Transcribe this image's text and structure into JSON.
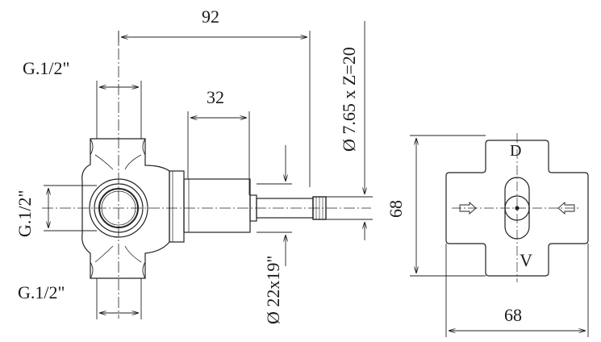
{
  "valve_side_view": {
    "overall_length": "92",
    "spindle_length": "32",
    "spindle_spec": "Ø 7.65 x Z=20",
    "body_thread_spec": "Ø 22x19\"",
    "top_port": "G.1/2\"",
    "left_port": "G.1/2\"",
    "bottom_port": "G.1/2\""
  },
  "plate_front_view": {
    "height": "68",
    "width": "68",
    "top_mark": "D",
    "bottom_mark": "V"
  }
}
